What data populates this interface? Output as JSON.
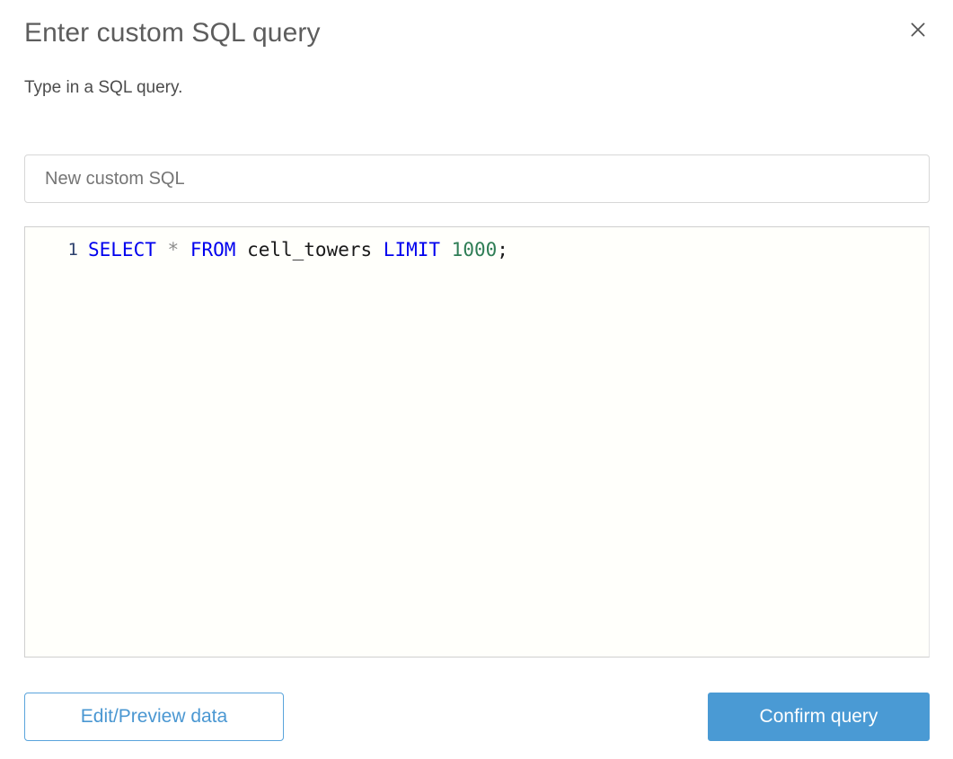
{
  "dialog": {
    "title": "Enter custom SQL query",
    "subtitle": "Type in a SQL query.",
    "close_icon": "close-icon"
  },
  "name_field": {
    "value": "New custom SQL",
    "placeholder": "New custom SQL"
  },
  "editor": {
    "line_number": "1",
    "query": "SELECT * FROM cell_towers LIMIT 1000;",
    "tokens": [
      {
        "text": "SELECT",
        "type": "keyword"
      },
      {
        "text": " ",
        "type": "plain"
      },
      {
        "text": "*",
        "type": "star"
      },
      {
        "text": " ",
        "type": "plain"
      },
      {
        "text": "FROM",
        "type": "keyword"
      },
      {
        "text": " ",
        "type": "plain"
      },
      {
        "text": "cell_towers",
        "type": "ident"
      },
      {
        "text": " ",
        "type": "plain"
      },
      {
        "text": "LIMIT",
        "type": "keyword"
      },
      {
        "text": " ",
        "type": "plain"
      },
      {
        "text": "1000",
        "type": "number"
      },
      {
        "text": ";",
        "type": "punct"
      }
    ]
  },
  "footer": {
    "secondary_label": "Edit/Preview data",
    "primary_label": "Confirm query"
  },
  "colors": {
    "accent": "#4a9ad4",
    "accent_border": "#5aa4dc",
    "keyword": "#0000ee",
    "number": "#2e7d55",
    "line_number": "#2b3f6c",
    "title_text": "#5d5d5d",
    "editor_bg": "#fffffb"
  }
}
